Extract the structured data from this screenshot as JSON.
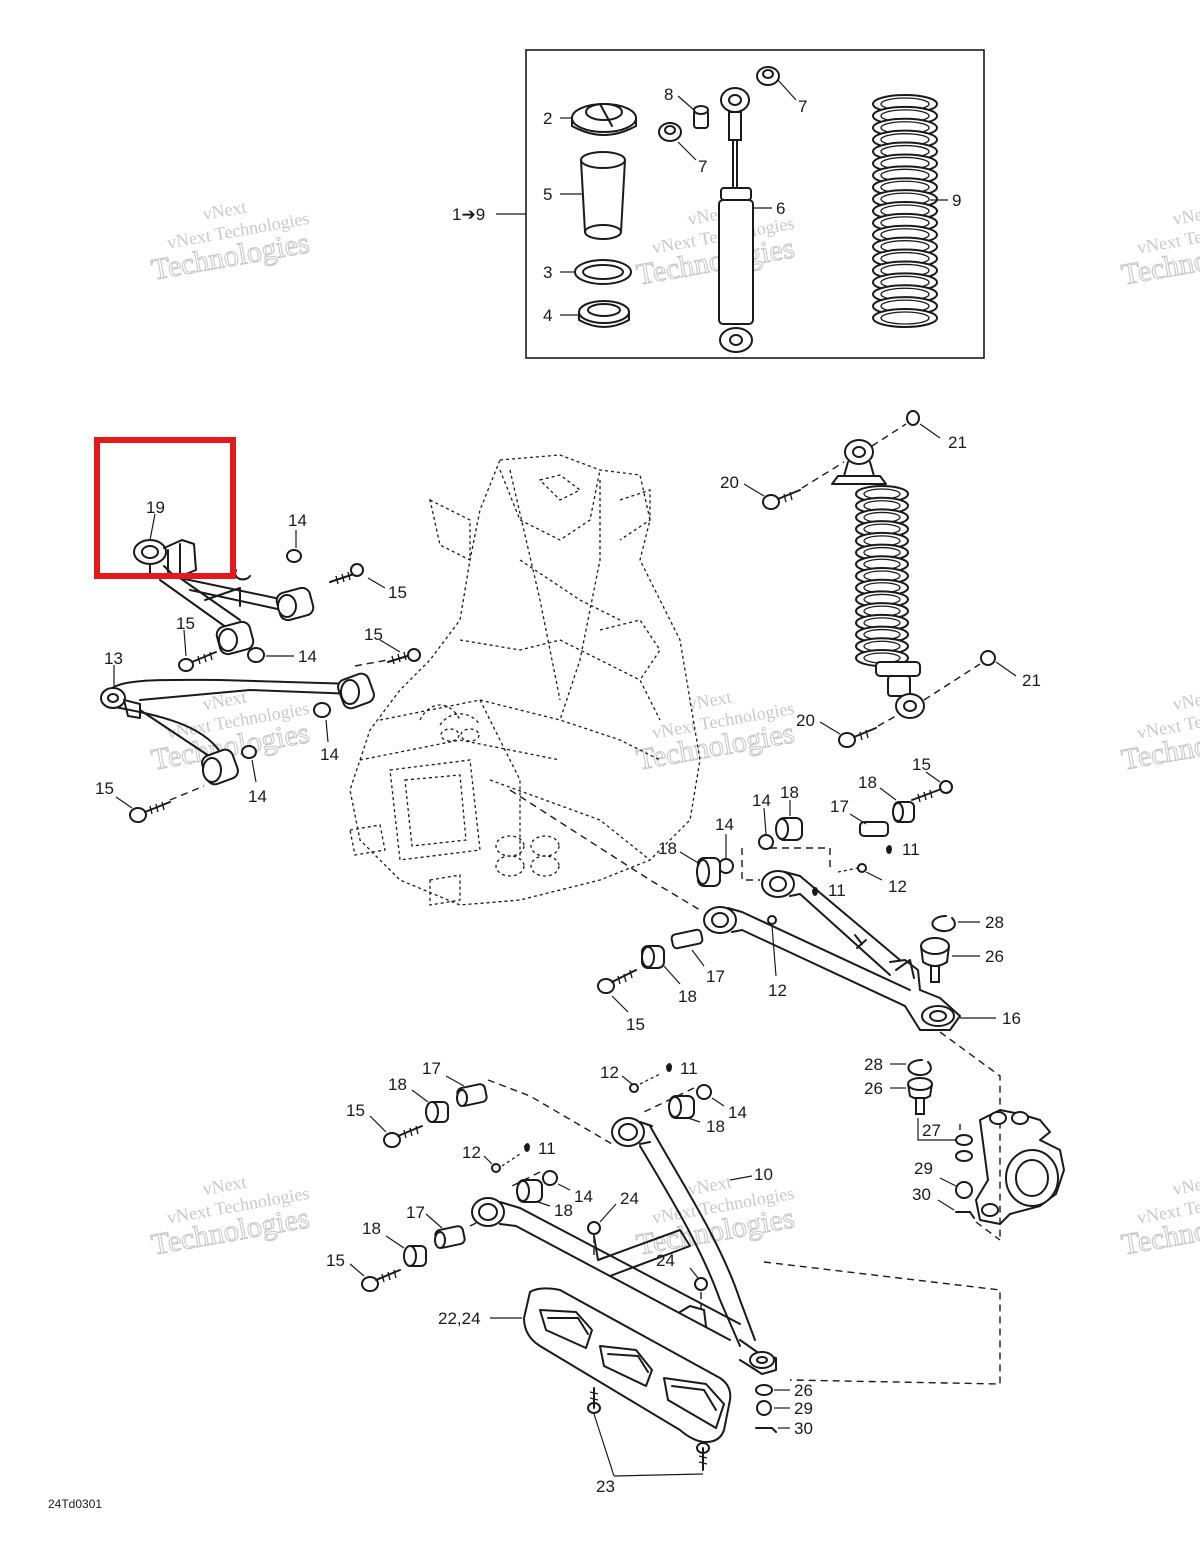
{
  "document_id": "24Td0301",
  "highlight_color": "#e3191c",
  "inset": {
    "range_label": "1➔9",
    "callouts": [
      "2",
      "5",
      "3",
      "4",
      "8",
      "7",
      "7",
      "6",
      "9"
    ]
  },
  "callouts": {
    "c19": "19",
    "c14a": "14",
    "c15a": "15",
    "c15b": "15",
    "c14b": "14",
    "c13": "13",
    "c15c": "15",
    "c14c": "14",
    "c14d": "14",
    "c15d": "15",
    "c20a": "20",
    "c21a": "21",
    "c21b": "21",
    "c20b": "20",
    "c15e": "15",
    "c18a": "18",
    "c17a": "17",
    "c14e": "14",
    "c18b": "18",
    "c14f": "14",
    "c18c": "18",
    "c11a": "11",
    "c12a": "12",
    "c11b": "11",
    "c28a": "28",
    "c26a": "26",
    "c17b": "17",
    "c18d": "18",
    "c12b": "12",
    "c15f": "15",
    "c16": "16",
    "c17c": "17",
    "c18e": "18",
    "c15g": "15",
    "c12c": "12",
    "c11c": "11",
    "c14g": "14",
    "c18f": "18",
    "c28b": "28",
    "c26b": "26",
    "c27": "27",
    "c29a": "29",
    "c30a": "30",
    "c12d": "12",
    "c11d": "11",
    "c14h": "14",
    "c18g": "18",
    "c24a": "24",
    "c10": "10",
    "c17d": "17",
    "c18h": "18",
    "c15h": "15",
    "c24b": "24",
    "c2224": "22,24",
    "c26c": "26",
    "c29b": "29",
    "c30b": "30",
    "c23": "23"
  },
  "watermark": {
    "line1": "vNext",
    "line2": "vNext Technologies",
    "line3": "Technologies"
  }
}
